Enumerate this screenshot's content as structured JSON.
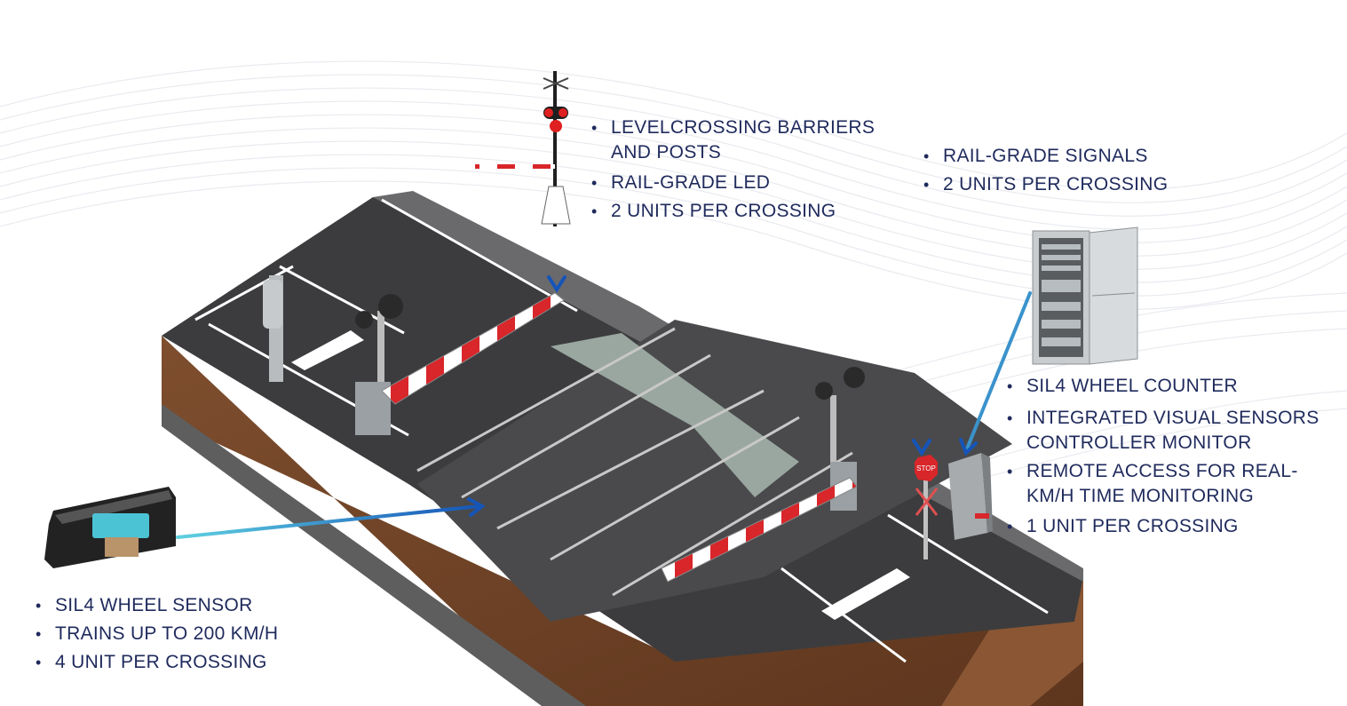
{
  "callouts": {
    "barriers": [
      "LEVELCROSSING BARRIERS AND POSTS",
      "RAIL-GRADE LED",
      "2 UNITS PER CROSSING"
    ],
    "signals": [
      "RAIL-GRADE SIGNALS",
      "2 UNITS PER CROSSING"
    ],
    "counter": [
      "SIL4 WHEEL COUNTER",
      "INTEGRATED VISUAL SENSORS CONTROLLER MONITOR",
      "REMOTE ACCESS FOR REAL-KM/H TIME MONITORING",
      "1 UNIT PER CROSSING"
    ],
    "sensor": [
      "SIL4 WHEEL SENSOR",
      "TRAINS UP TO 200 KM/H",
      "4 UNIT PER CROSSING"
    ]
  },
  "signs": {
    "stop": "STOP"
  },
  "colors": {
    "text": "#1f2a5c",
    "arrow_dark": "#1655b8",
    "arrow_light": "#5fd0e0",
    "asphalt": "#3a3a3c",
    "soil": "#7a4a2c",
    "barrier_red": "#d8262a"
  }
}
